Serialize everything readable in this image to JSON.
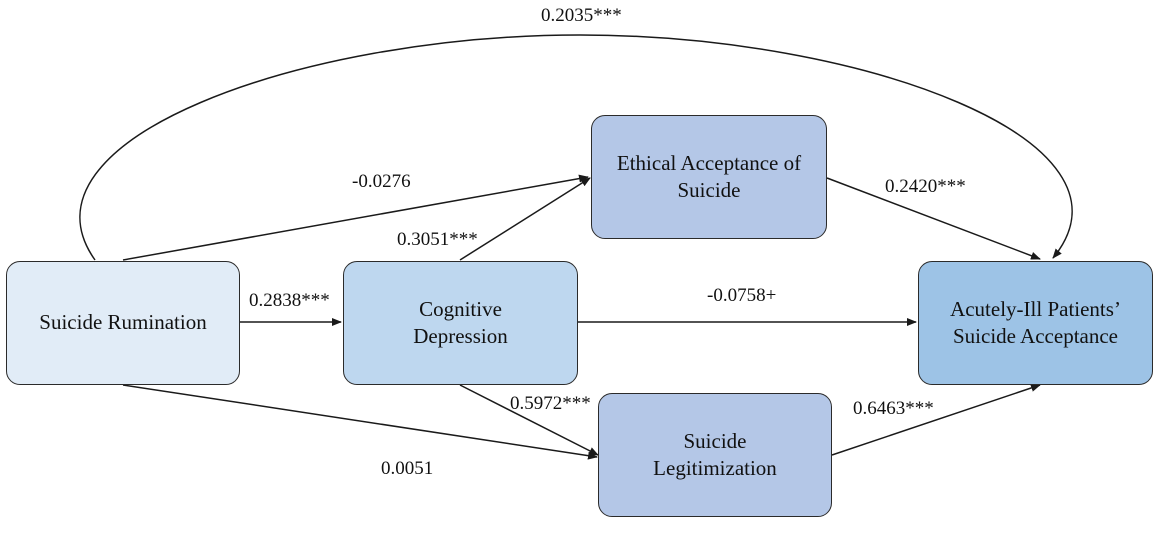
{
  "nodes": {
    "rumination": {
      "lines": [
        "Suicide Rumination"
      ],
      "color": "#e1ecf7"
    },
    "depression": {
      "lines": [
        "Cognitive",
        "Depression"
      ],
      "color": "#bed7ef"
    },
    "ethical": {
      "lines": [
        "Ethical Acceptance of",
        "Suicide"
      ],
      "color": "#b4c7e7"
    },
    "legitimization": {
      "lines": [
        "Suicide",
        "Legitimization"
      ],
      "color": "#b4c7e7"
    },
    "acceptance": {
      "lines": [
        "Acutely-Ill Patients’",
        "Suicide Acceptance"
      ],
      "color": "#9dc3e6"
    }
  },
  "paths": {
    "rumination_to_acceptance": "0.2035***",
    "rumination_to_ethical": "-0.0276",
    "depression_to_ethical": "0.3051***",
    "ethical_to_acceptance": "0.2420***",
    "rumination_to_depression": "0.2838***",
    "depression_to_acceptance": "-0.0758+",
    "depression_to_legitimization": "0.5972***",
    "legitimization_to_acceptance": "0.6463***",
    "rumination_to_legitimization": "0.0051"
  }
}
